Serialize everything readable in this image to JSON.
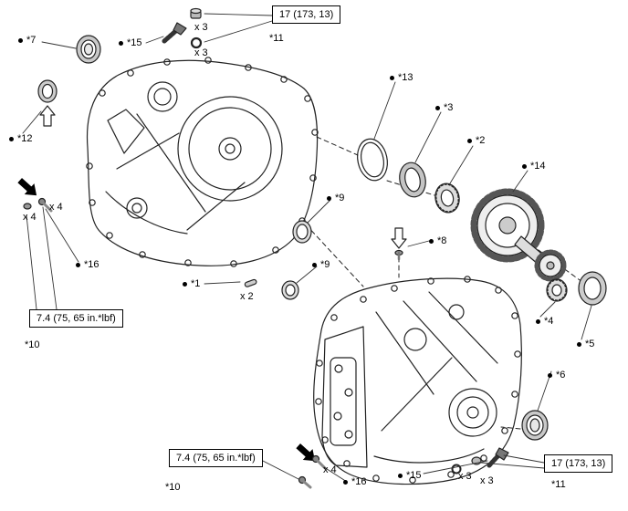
{
  "figure": {
    "type": "exploded-parts-diagram",
    "subject": "transaxle-case-assembly"
  },
  "labels": {
    "star1": "*1",
    "star2": "*2",
    "star3": "*3",
    "star4": "*4",
    "star5": "*5",
    "star6": "*6",
    "star7": "*7",
    "star8": "*8",
    "star9": "*9",
    "star10": "*10",
    "star11": "*11",
    "star12": "*12",
    "star13": "*13",
    "star14": "*14",
    "star15": "*15",
    "star16": "*16",
    "x2": "x 2",
    "x3": "x 3",
    "x4": "x 4",
    "spec_bolt": "17 (173, 13)",
    "spec_torque": "7.4 (75, 65 in.*lbf)"
  }
}
